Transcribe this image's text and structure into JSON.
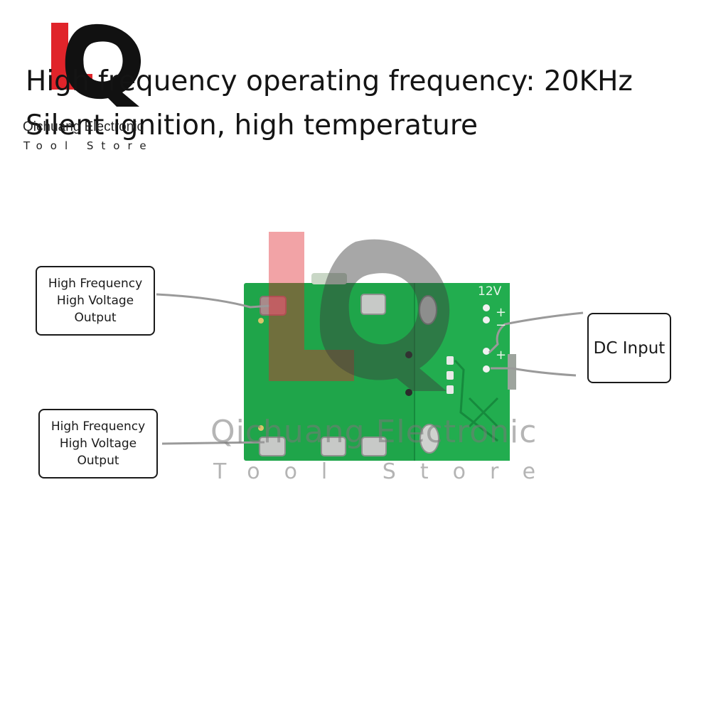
{
  "header": {
    "line1": "High frequency operating frequency: 20KHz",
    "line2": "Silent ignition, high temperature"
  },
  "logo": {
    "brand": "Qichuang Electronic",
    "tagline": "Tool Store"
  },
  "watermark": {
    "brand": "Qichuang Electronic",
    "tagline": "Tool Store"
  },
  "callouts": {
    "hv_output_top": [
      "High Frequency",
      "High Voltage",
      "Output"
    ],
    "hv_output_bottom": [
      "High Frequency",
      "High Voltage",
      "Output"
    ],
    "dc_input": "DC Input"
  },
  "pcb": {
    "voltage_label": "12V",
    "plus_mark": "+",
    "minus_mark": "−"
  },
  "colors": {
    "pcb_green": "#1fa54a",
    "pcb_dark": "#16883a",
    "logo_red": "#e0242a",
    "logo_black": "#111111"
  }
}
